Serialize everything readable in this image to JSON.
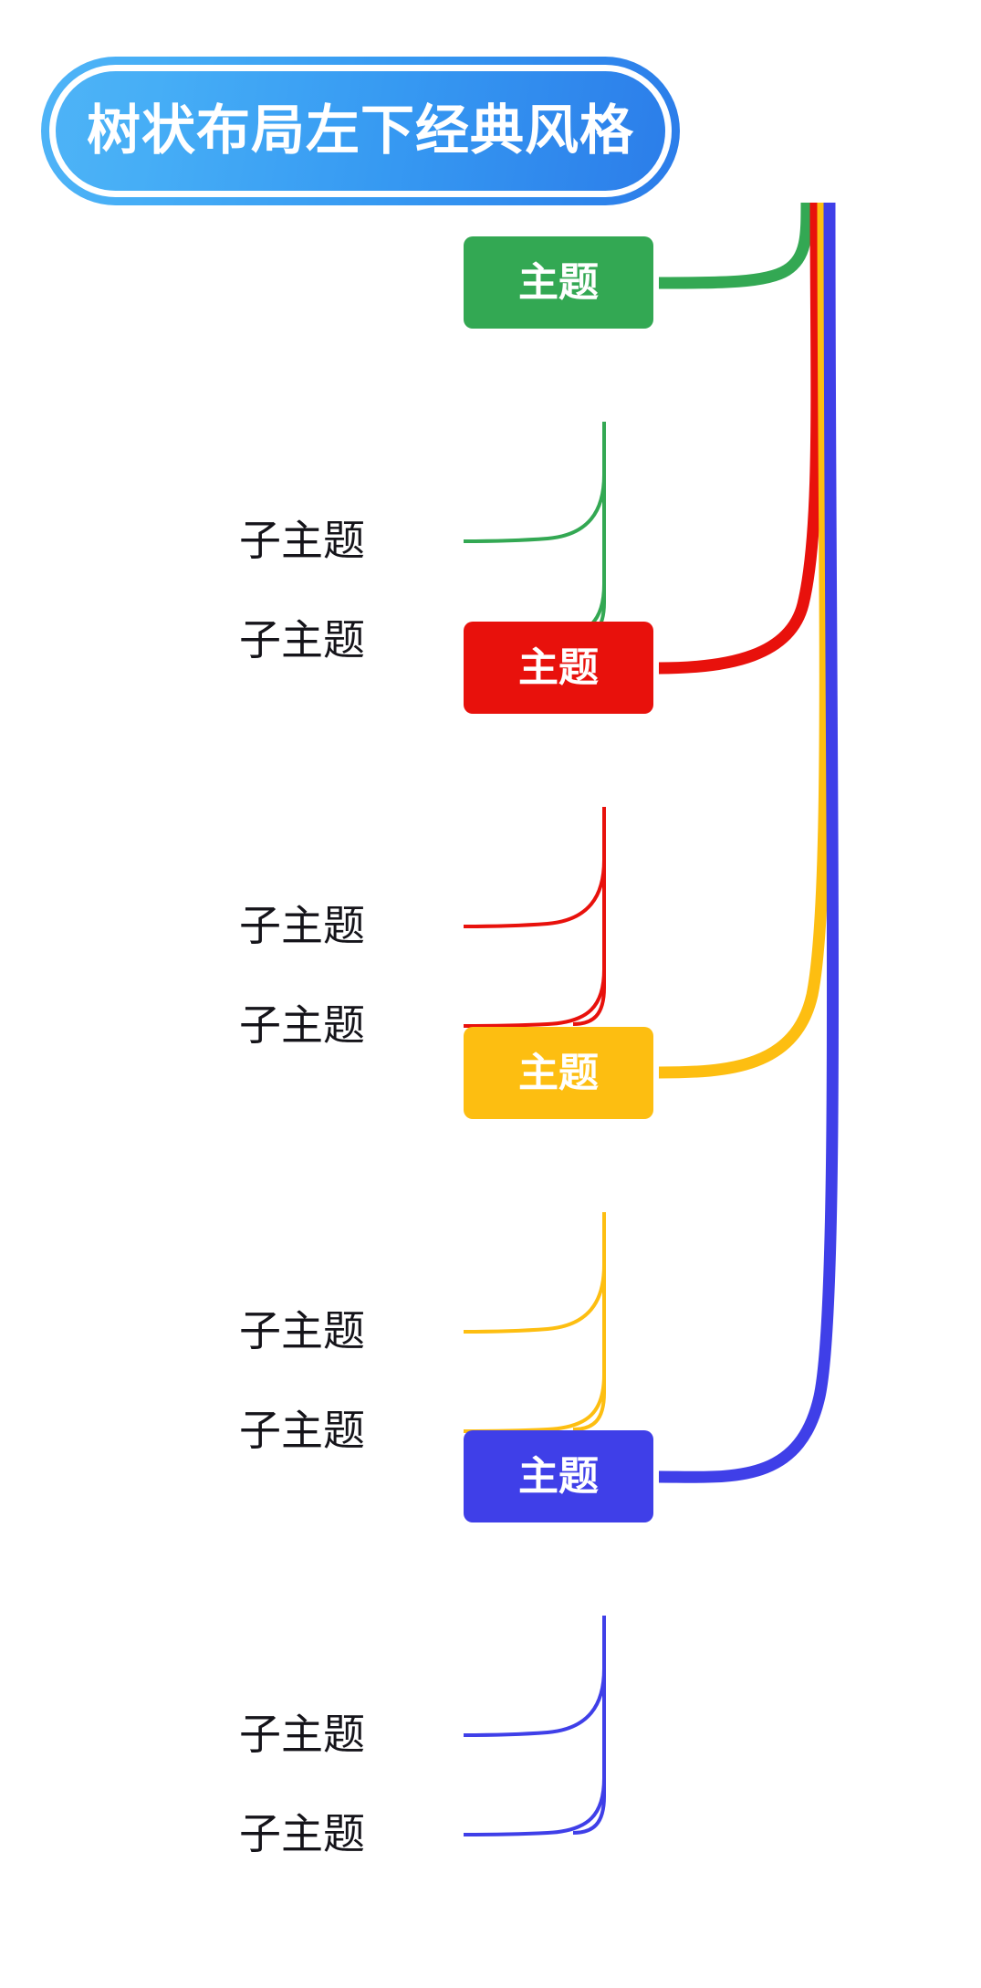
{
  "diagram": {
    "kind": "mindmap",
    "layout": "tree-bottom-left-classic",
    "background": "#ffffff",
    "root": {
      "label": "树状布局左下经典风格",
      "gradient_from": "#4FB4F7",
      "gradient_to": "#2B7CE9",
      "border_color": "#ffffff",
      "text_color": "#ffffff"
    },
    "branches": [
      {
        "label": "主题",
        "color": "#33A853",
        "text_color": "#ffffff",
        "children": [
          {
            "label": "子主题",
            "text_color": "#15141a"
          },
          {
            "label": "子主题",
            "text_color": "#15141a"
          }
        ]
      },
      {
        "label": "主题",
        "color": "#E8110C",
        "text_color": "#ffffff",
        "children": [
          {
            "label": "子主题",
            "text_color": "#15141a"
          },
          {
            "label": "子主题",
            "text_color": "#15141a"
          }
        ]
      },
      {
        "label": "主题",
        "color": "#FDBE11",
        "text_color": "#ffffff",
        "children": [
          {
            "label": "子主题",
            "text_color": "#15141a"
          },
          {
            "label": "子主题",
            "text_color": "#15141a"
          }
        ]
      },
      {
        "label": "主题",
        "color": "#3F3FE8",
        "text_color": "#ffffff",
        "children": [
          {
            "label": "子主题",
            "text_color": "#15141a"
          },
          {
            "label": "子主题",
            "text_color": "#15141a"
          }
        ]
      }
    ]
  }
}
